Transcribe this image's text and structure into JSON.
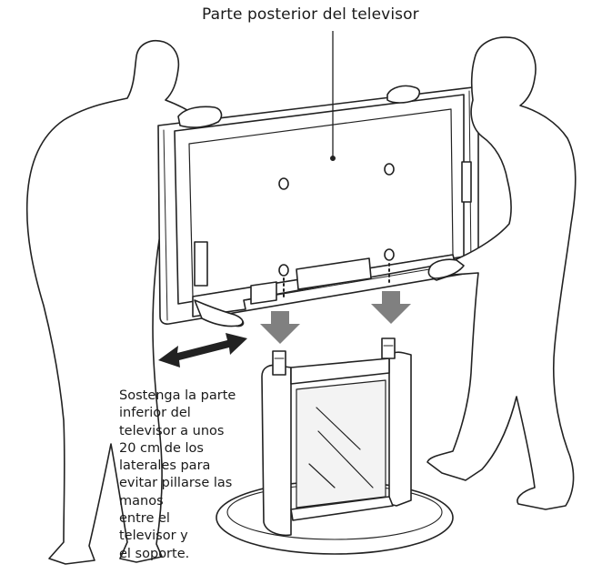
{
  "diagram": {
    "labels": {
      "tv_back": "Parte posterior del televisor"
    },
    "instruction_lines": [
      "Sostenga la parte",
      "inferior del",
      "televisor a unos",
      "20 cm de los",
      "laterales para",
      "evitar pillarse las",
      "manos",
      "entre el",
      "televisor y",
      "el soporte."
    ]
  }
}
